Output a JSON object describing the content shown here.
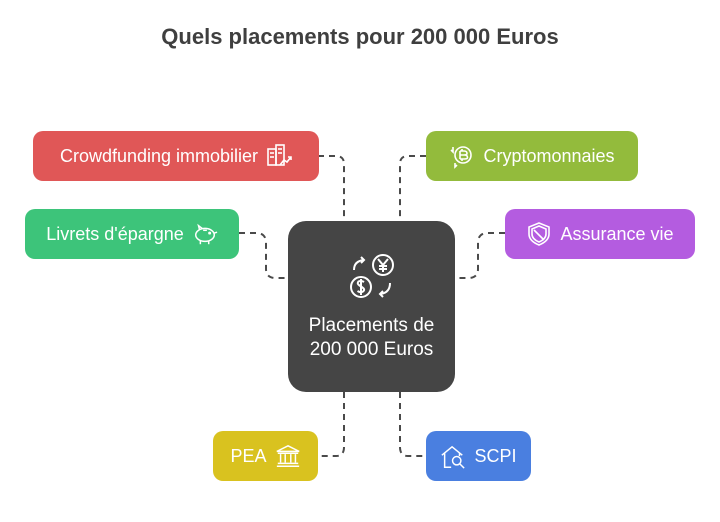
{
  "title": "Quels placements pour 200 000 Euros",
  "center": {
    "label": "Placements de 200 000 Euros",
    "icon": "currency-exchange-icon"
  },
  "branches": [
    {
      "label": "Crowdfunding immobilier",
      "color": "#e05757",
      "icon": "building-growth-icon"
    },
    {
      "label": "Livrets d'épargne",
      "color": "#3dc47a",
      "icon": "piggy-bank-icon"
    },
    {
      "label": "PEA",
      "color": "#d9c21f",
      "icon": "bank-icon"
    },
    {
      "label": "Cryptomonnaies",
      "color": "#93bb3c",
      "icon": "bitcoin-icon"
    },
    {
      "label": "Assurance vie",
      "color": "#b45ce0",
      "icon": "shield-icon"
    },
    {
      "label": "SCPI",
      "color": "#4a7fe0",
      "icon": "house-search-icon"
    }
  ]
}
